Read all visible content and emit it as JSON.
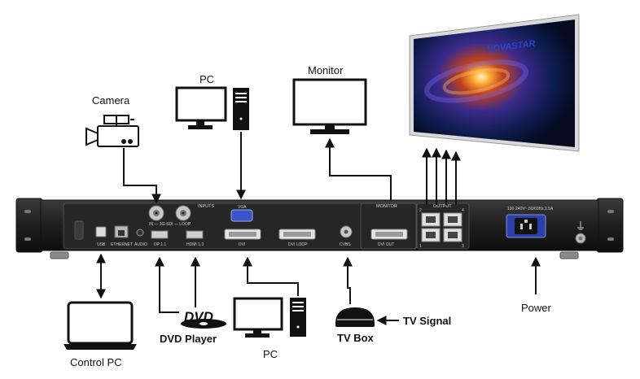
{
  "labels": {
    "camera": "Camera",
    "pc_top": "PC",
    "monitor": "Monitor",
    "control_pc": "Control PC",
    "dvd_player": "DVD Player",
    "dvd_logo": "DVD",
    "pc_bottom": "PC",
    "tv_box": "TV Box",
    "tv_signal": "TV Signal",
    "power": "Power"
  },
  "screen": {
    "brand": "NOVASTAR"
  },
  "panel": {
    "inputs_title": "INPUTS",
    "monitor_title": "MONITOR",
    "output_title": "OUTPUT",
    "sdi_label": "IN — 3G-SDI — LOOP",
    "vga": "VGA",
    "dp": "DP 1.1",
    "hdmi": "HDMI 1.3",
    "dvi": "DVI",
    "dvi_loop": "DVI LOOP",
    "cvbs": "CVBS",
    "dvi_out": "DVI OUT",
    "usb": "USB",
    "ethernet": "ETHERNET",
    "audio": "AUDIO",
    "power_spec": "100-240V~,50/60Hz,1.5A",
    "out_num_1": "1",
    "out_num_2": "2",
    "out_num_3": "3",
    "out_num_4": "4"
  },
  "colors": {
    "device_body": "#1c1c1c",
    "panel_face": "#2a2a2a",
    "power_socket": "#2a3fa8",
    "line": "#111111"
  }
}
